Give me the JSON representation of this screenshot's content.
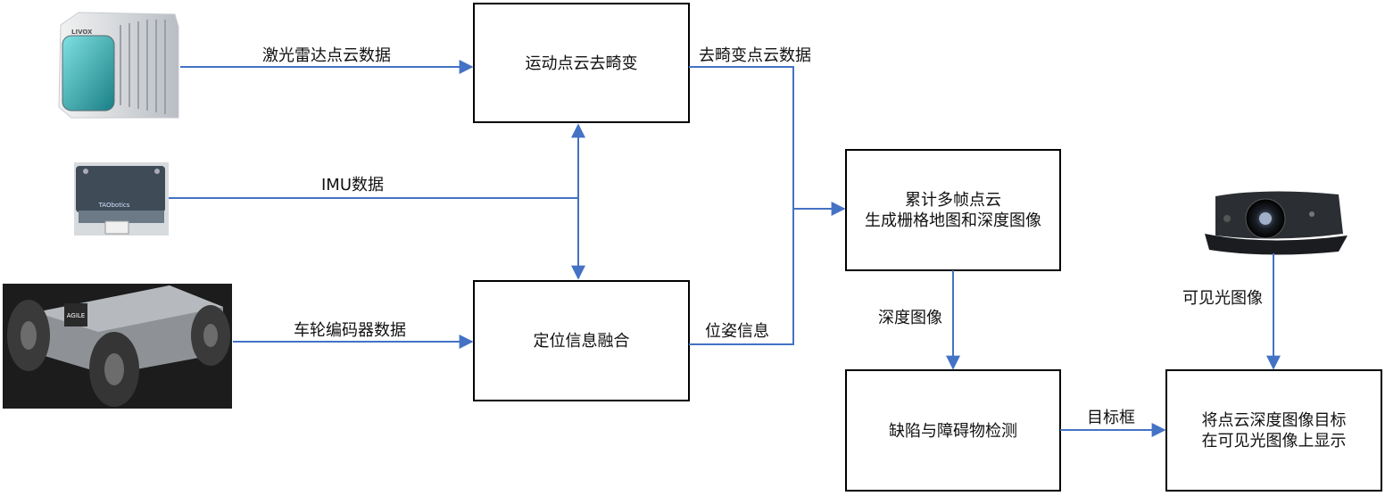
{
  "nodes": {
    "motion_deskew": "运动点云去畸变",
    "multi_frame": [
      "累计多帧点云",
      "生成栅格地图和深度图像"
    ],
    "localization_fusion": "定位信息融合",
    "defect_detection": "缺陷与障碍物检测",
    "overlay_display": [
      "将点云深度图像目标",
      "在可见光图像上显示"
    ]
  },
  "edge_labels": {
    "lidar": "激光雷达点云数据",
    "imu": "IMU数据",
    "wheel_encoder": "车轮编码器数据",
    "deskewed": "去畸变点云数据",
    "pose": "位姿信息",
    "depth_image": "深度图像",
    "visible_image": "可见光图像",
    "target_box": "目标框"
  },
  "devices": {
    "lidar_brand": "LIVOX",
    "imu_brand": "TAObotics",
    "robot_brand": "AGILE"
  },
  "colors": {
    "arrow": "#4472C4",
    "box_border": "#000000"
  }
}
